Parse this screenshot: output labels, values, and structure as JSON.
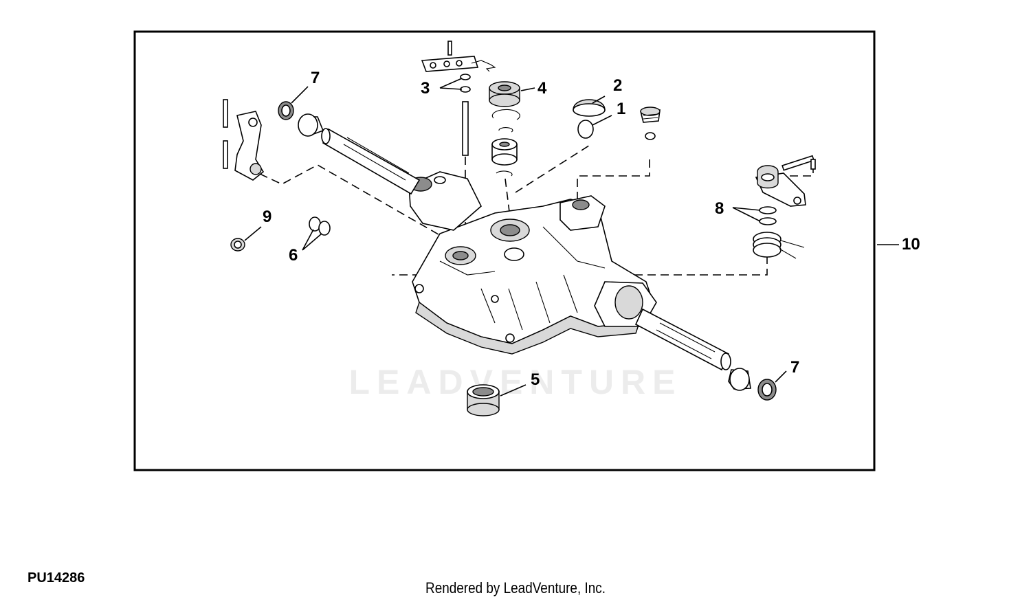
{
  "watermark": "LEADVENTURE",
  "figure_id": "PU14286",
  "credit": "Rendered by LeadVenture, Inc.",
  "callouts": {
    "c1": "1",
    "c2": "2",
    "c3": "3",
    "c4": "4",
    "c5": "5",
    "c6": "6",
    "c7_top": "7",
    "c7_bottom": "7",
    "c8": "8",
    "c9": "9",
    "c10": "10"
  }
}
